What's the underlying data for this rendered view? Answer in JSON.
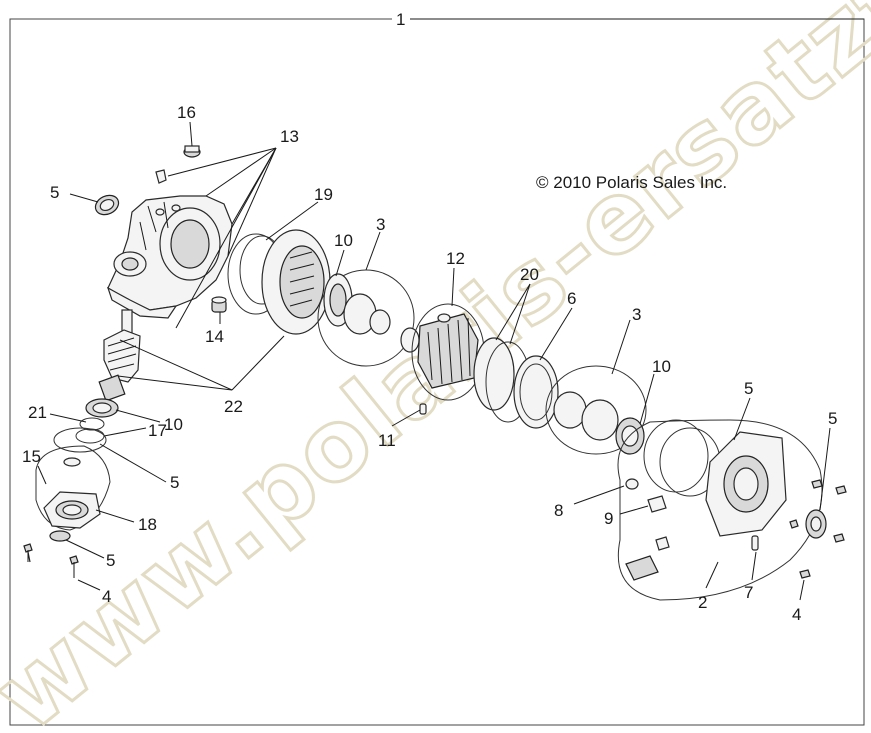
{
  "diagram": {
    "copyright": "© 2010 Polaris Sales Inc.",
    "watermark": "www.polaris-ersatzteile.de",
    "callouts": {
      "c1": "1",
      "c2": "2",
      "c3a": "3",
      "c3b": "3",
      "c4a": "4",
      "c4b": "4",
      "c5a": "5",
      "c5b": "5",
      "c5c": "5",
      "c5d": "5",
      "c5e": "5",
      "c6": "6",
      "c7": "7",
      "c8": "8",
      "c9": "9",
      "c10a": "10",
      "c10b": "10",
      "c10c": "10",
      "c11": "11",
      "c12": "12",
      "c13": "13",
      "c14": "14",
      "c15": "15",
      "c16": "16",
      "c17": "17",
      "c18": "18",
      "c19": "19",
      "c20": "20",
      "c21": "21",
      "c22": "22"
    }
  }
}
